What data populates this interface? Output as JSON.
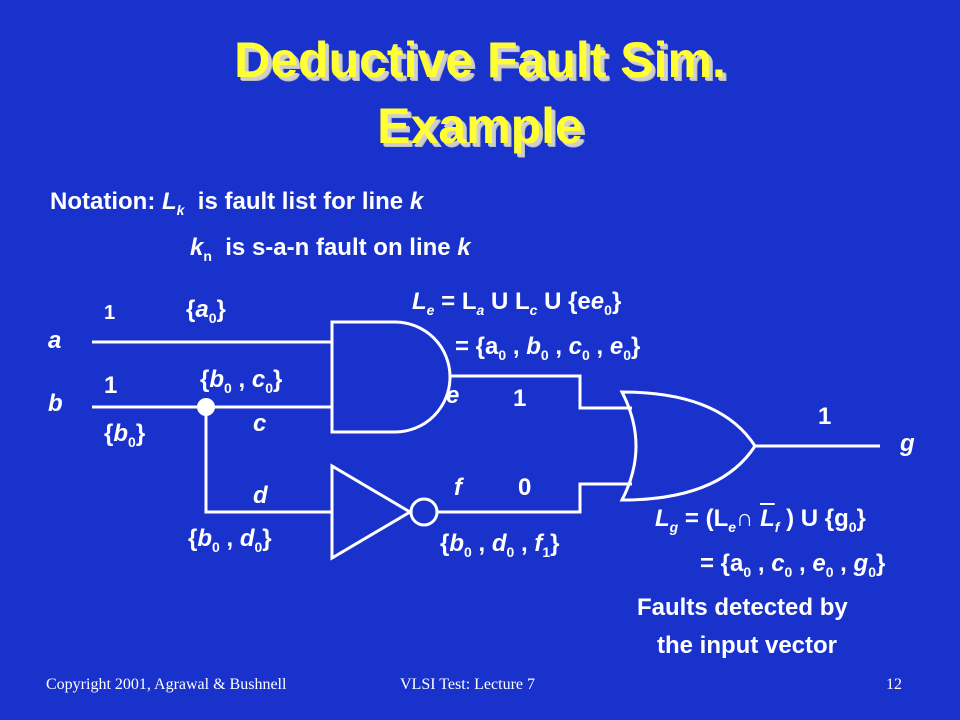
{
  "title": {
    "line1": "Deductive Fault Sim.",
    "line2": "Example"
  },
  "notation": {
    "prefix": "Notation:",
    "line1_var": "L",
    "line1_sub": "k",
    "line1_text": "is fault list for line",
    "line1_end": "k",
    "line2_var": "k",
    "line2_sub": "n",
    "line2_text": "is s-a-n fault on line",
    "line2_end": "k"
  },
  "lines": {
    "a": "a",
    "b": "b",
    "c": "c",
    "d": "d",
    "e": "e",
    "f": "f",
    "g": "g"
  },
  "values": {
    "a": "1",
    "b": "1",
    "e": "1",
    "f": "0",
    "g": "1"
  },
  "fault_lists": {
    "a": [
      "a",
      "0"
    ],
    "b": [
      "b",
      "0"
    ],
    "c": [
      "b",
      "0",
      "c",
      "0"
    ],
    "d": [
      "b",
      "0",
      "d",
      "0"
    ],
    "f": [
      "b",
      "0",
      "d",
      "0",
      "f",
      "1"
    ]
  },
  "equations": {
    "le": "L",
    "le_def": "= L",
    "le_mid": "U L",
    "le_end": "U {e",
    "le_result": "= {a",
    "lg_def": "= (L",
    "lg_cap": "∩",
    "lg_l": "L",
    "lg_union": ") U {g",
    "lg_result": "= {a",
    "comma": ","
  },
  "note": {
    "line1": "Faults detected by",
    "line2": "the input vector"
  },
  "footer": {
    "left": "Copyright 2001, Agrawal & Bushnell",
    "center": "VLSI Test: Lecture 7",
    "page": "12"
  },
  "colors": {
    "background": "#1932cc",
    "title": "#ffff33",
    "text": "#ffffff"
  }
}
